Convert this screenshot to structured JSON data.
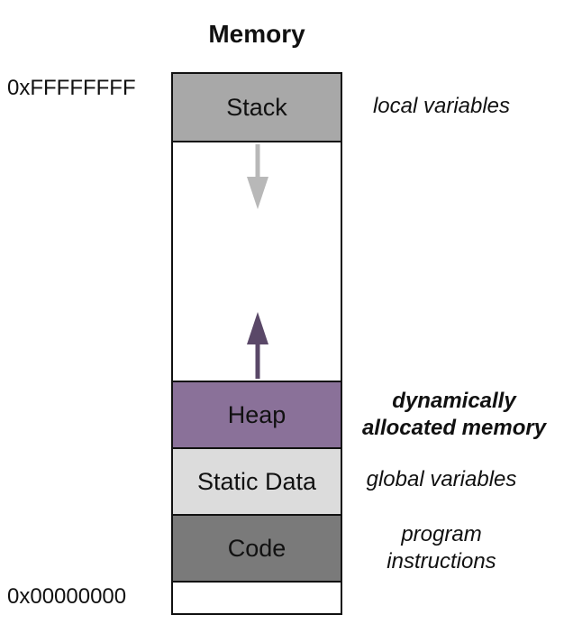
{
  "diagram": {
    "title": "Memory",
    "addresses": {
      "high": "0xFFFFFFFF",
      "low": "0x00000000"
    },
    "segments": {
      "stack": {
        "label": "Stack",
        "color": "#a8a8a8"
      },
      "heap": {
        "label": "Heap",
        "color": "#8a7199"
      },
      "static": {
        "label": "Static Data",
        "color": "#dcdcdc"
      },
      "code": {
        "label": "Code",
        "color": "#7a7a7a"
      }
    },
    "annotations": {
      "stack": "local variables",
      "heap_line1": "dynamically",
      "heap_line2": "allocated memory",
      "static": "global variables",
      "code_line1": "program",
      "code_line2": "instructions"
    },
    "arrows": {
      "stack_growth": {
        "direction": "down",
        "color": "#b8b8b8"
      },
      "heap_growth": {
        "direction": "up",
        "color": "#5a4868"
      }
    }
  }
}
